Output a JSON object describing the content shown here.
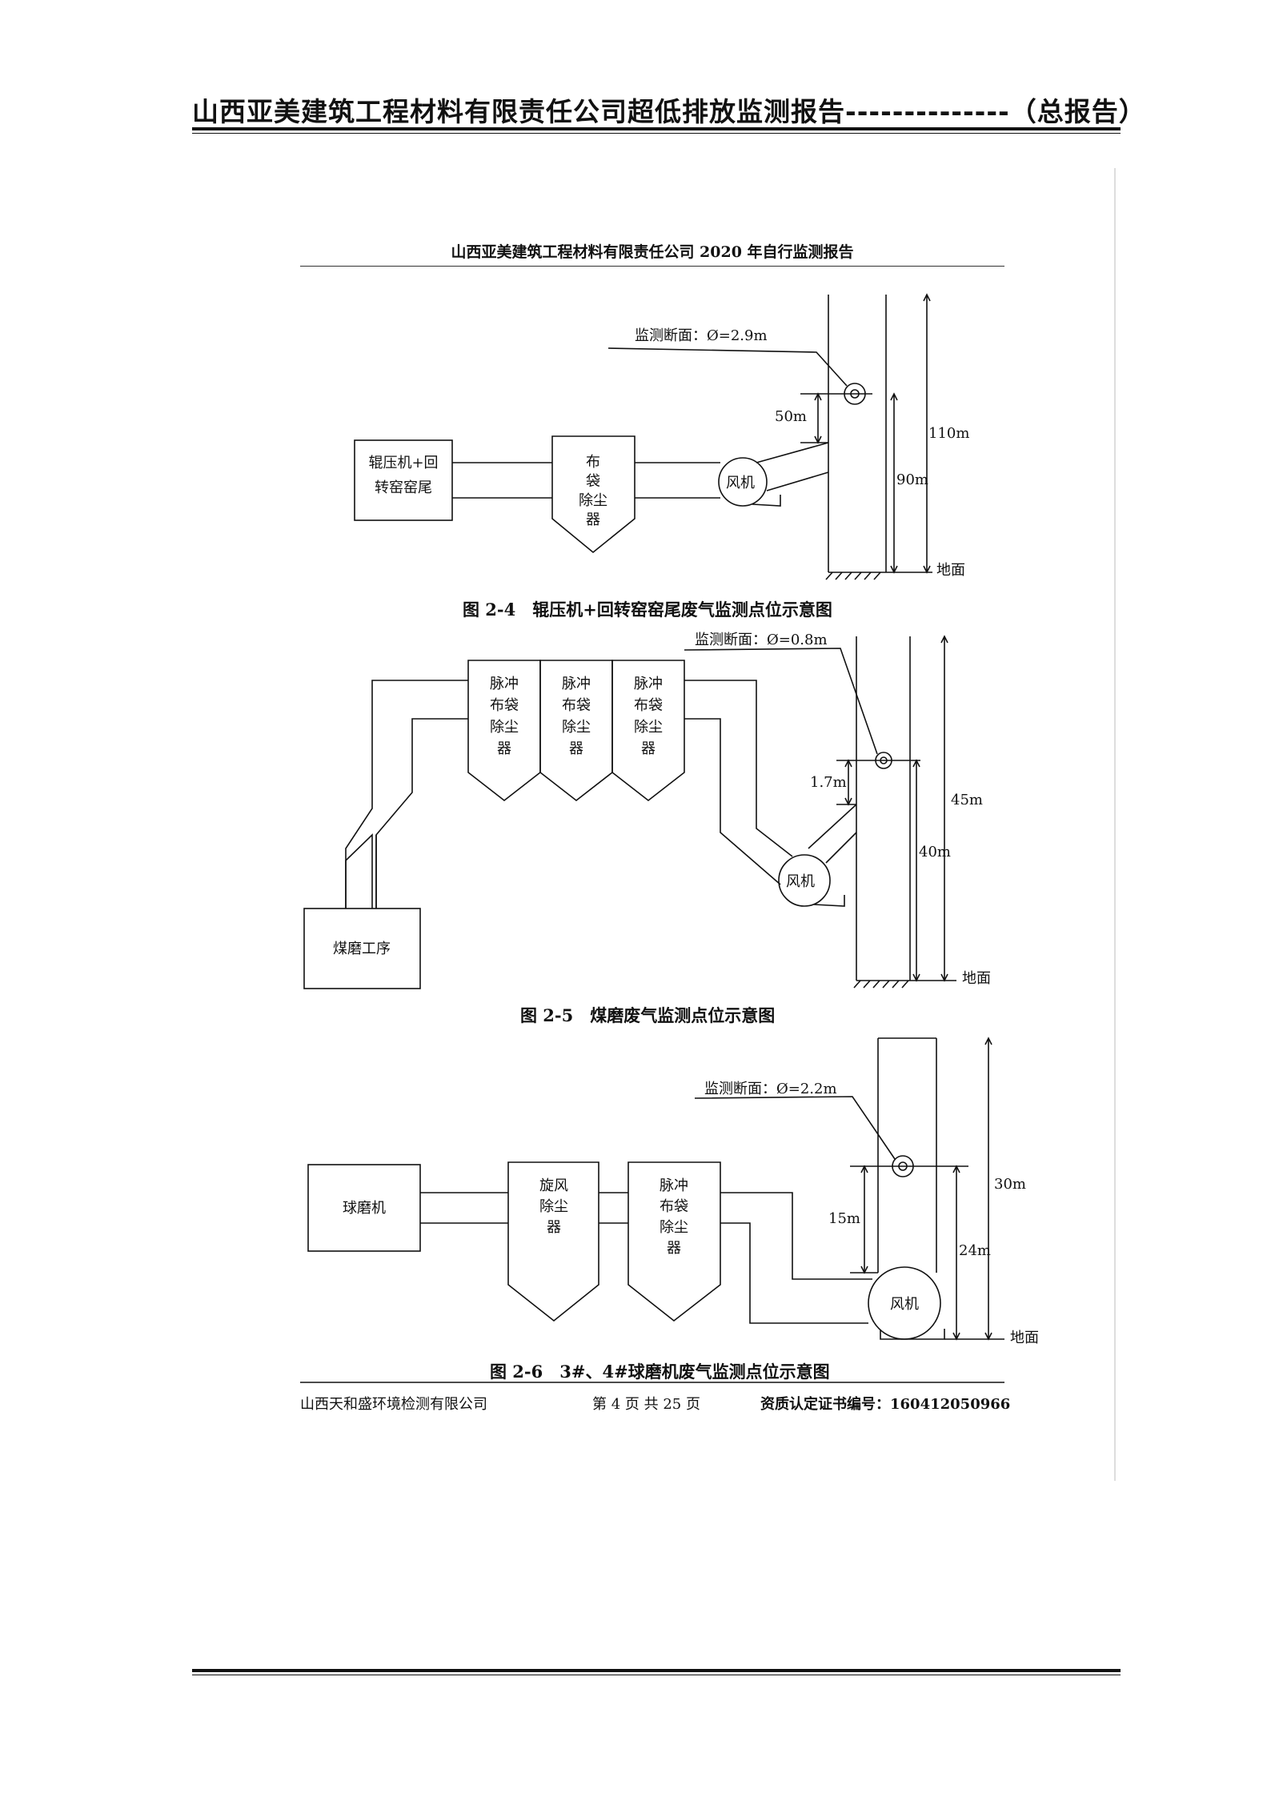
{
  "page": {
    "outer_title": "山西亚美建筑工程材料有限责任公司超低排放监测报告--------------（总报告）",
    "inner_title": "山西亚美建筑工程材料有限责任公司 2020 年自行监测报告"
  },
  "figures": [
    {
      "caption": "图 2-4　辊压机+回转窑窑尾废气监测点位示意图",
      "source_l1": "辊压机+回",
      "source_l2": "转窑窑尾",
      "collector": [
        "布",
        "袋",
        "除尘",
        "器"
      ],
      "fan": "风机",
      "section": "监测断面：Ø=2.9m",
      "dim_upper": "50m",
      "dim_height": "110m",
      "dim_inlet": "90m",
      "ground": "地面"
    },
    {
      "caption": "图 2-5　煤磨废气监测点位示意图",
      "source": "煤磨工序",
      "collector": [
        "脉冲",
        "布袋",
        "除尘",
        "器"
      ],
      "fan": "风机",
      "section": "监测断面：Ø=0.8m",
      "dim_upper": "1.7m",
      "dim_height": "45m",
      "dim_inlet": "40m",
      "ground": "地面"
    },
    {
      "caption": "图 2-6　3#、4#球磨机废气监测点位示意图",
      "source": "球磨机",
      "cyclone": [
        "旋风",
        "除尘",
        "器"
      ],
      "collector": [
        "脉冲",
        "布袋",
        "除尘",
        "器"
      ],
      "fan": "风机",
      "section": "监测断面：Ø=2.2m",
      "dim_upper": "15m",
      "dim_height": "30m",
      "dim_inlet": "24m",
      "ground": "地面"
    }
  ],
  "footer": {
    "company": "山西天和盛环境检测有限公司",
    "page_info": "第 4 页 共 25 页",
    "cert": "资质认定证书编号：160412050966"
  }
}
